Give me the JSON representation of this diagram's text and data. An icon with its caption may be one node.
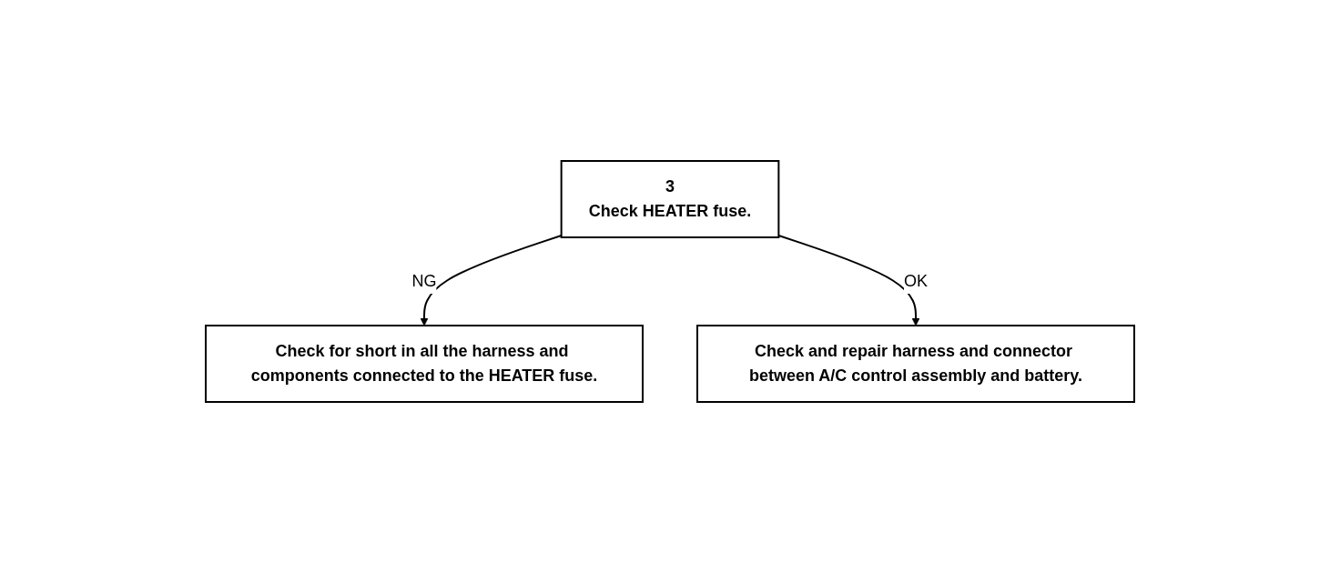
{
  "diagram": {
    "nodes": [
      {
        "text": [
          "3",
          "Check HEATER fuse."
        ]
      },
      {
        "text": [
          "Check for short in all the harness and components connected to the HEATER fuse."
        ]
      },
      {
        "text": [
          "Check and repair harness and connector between A/C control assembly and battery."
        ]
      }
    ],
    "edges": [
      {
        "from": 0,
        "to": 1,
        "arrow": "to",
        "label": "NG"
      },
      {
        "from": 0,
        "to": 2,
        "arrow": "to",
        "label": "OK"
      }
    ]
  }
}
